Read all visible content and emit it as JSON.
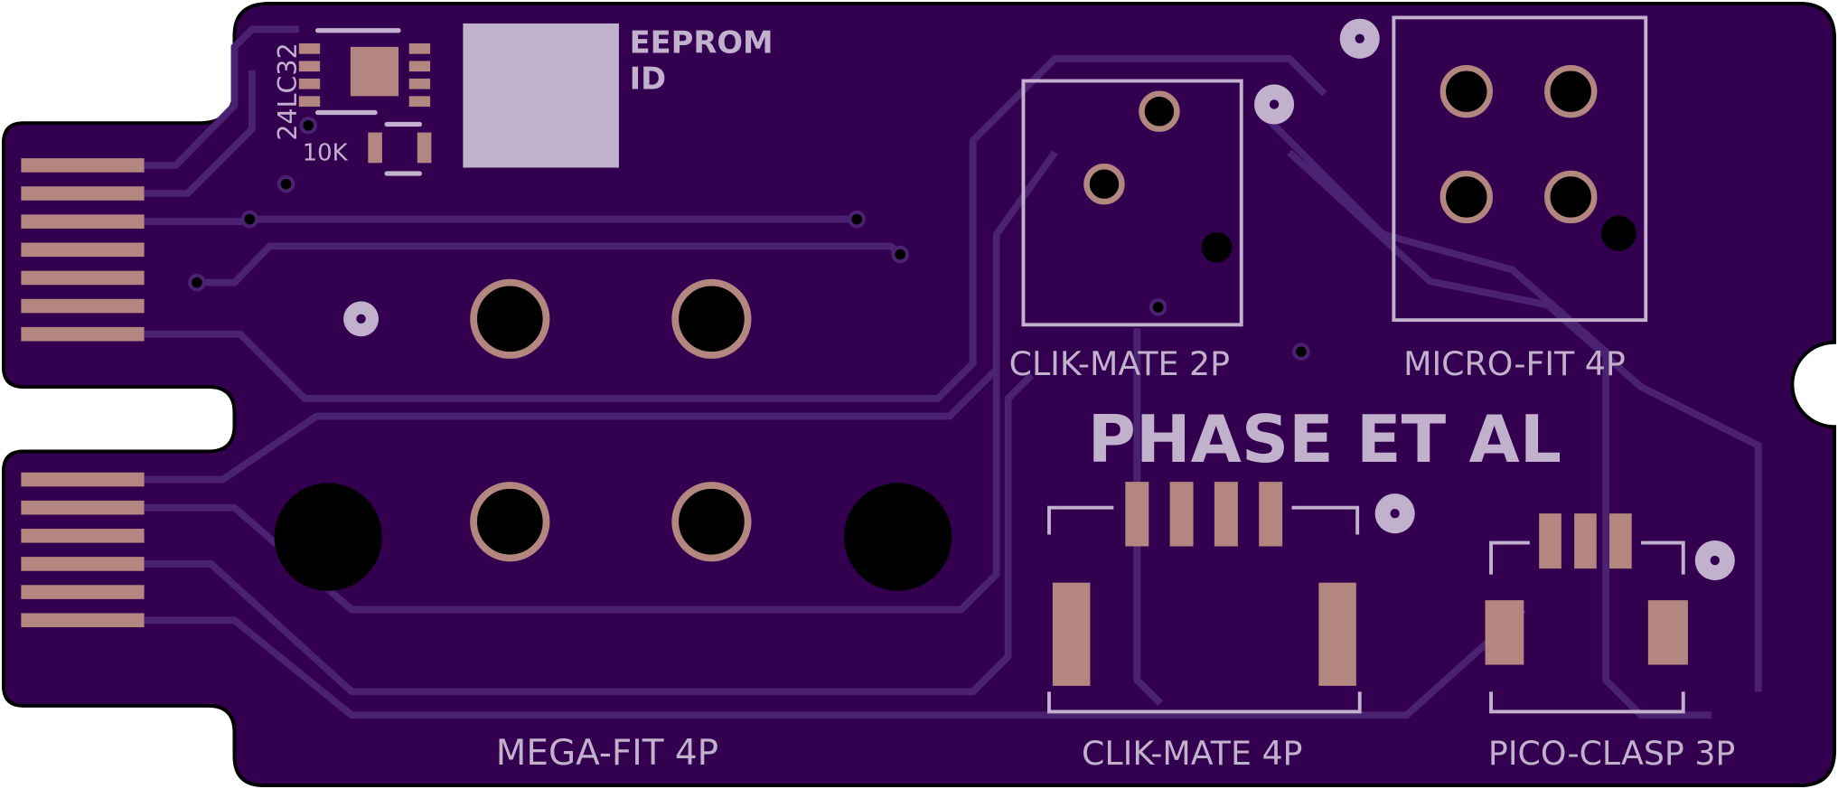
{
  "board": {
    "colors": {
      "substrate": "#330050",
      "silkscreen": "#c2b1cd",
      "copper": "#b3877f",
      "trace": "#4b2272",
      "hole": "#000000"
    },
    "title": "PHASE ET AL",
    "eeprom": {
      "chip_label": "24LC32",
      "resistor_label": "10K",
      "label_line1": "EEPROM",
      "label_line2": "ID"
    },
    "connectors": {
      "clik_mate_2p": "CLIK-MATE 2P",
      "micro_fit_4p": "MICRO-FIT 4P",
      "clik_mate_4p": "CLIK-MATE 4P",
      "pico_clasp_3p": "PICO-CLASP 3P",
      "mega_fit_4p": "MEGA-FIT 4P"
    }
  }
}
